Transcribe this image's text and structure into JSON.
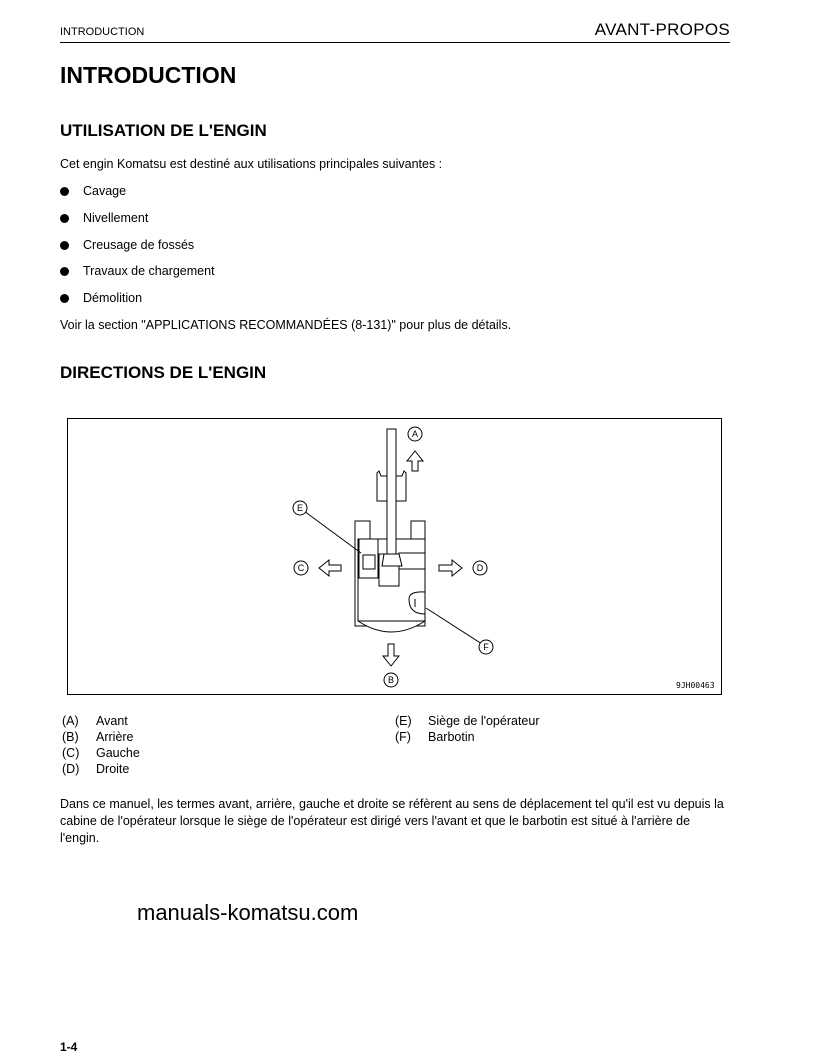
{
  "header": {
    "left": "INTRODUCTION",
    "right": "AVANT-PROPOS"
  },
  "title": "INTRODUCTION",
  "section1": {
    "heading": "UTILISATION DE L'ENGIN",
    "intro": "Cet engin Komatsu est destiné aux utilisations principales suivantes :",
    "items": [
      "Cavage",
      "Nivellement",
      "Creusage de fossés",
      "Travaux de chargement",
      "Démolition"
    ],
    "note": "Voir la section \"APPLICATIONS RECOMMANDÉES (8-131)\" pour plus de détails."
  },
  "watermark": "manuals-komatsu.com",
  "section2": {
    "heading": "DIRECTIONS DE L'ENGIN",
    "figure": {
      "code": "9JH00463",
      "callouts": [
        "A",
        "B",
        "C",
        "D",
        "E",
        "F"
      ]
    },
    "legend": [
      {
        "key": "(A)",
        "label": "Avant"
      },
      {
        "key": "(B)",
        "label": "Arrière"
      },
      {
        "key": "(C)",
        "label": "Gauche"
      },
      {
        "key": "(D)",
        "label": "Droite"
      },
      {
        "key": "(E)",
        "label": "Siège de l'opérateur"
      },
      {
        "key": "(F)",
        "label": "Barbotin"
      }
    ],
    "paragraph": "Dans ce manuel, les termes avant, arrière, gauche et droite se réfèrent au sens de déplacement tel qu'il est vu depuis la cabine de l'opérateur lorsque le siège de l'opérateur est dirigé vers l'avant et que le barbotin est situé à l'arrière de l'engin."
  },
  "page_number": "1-4"
}
